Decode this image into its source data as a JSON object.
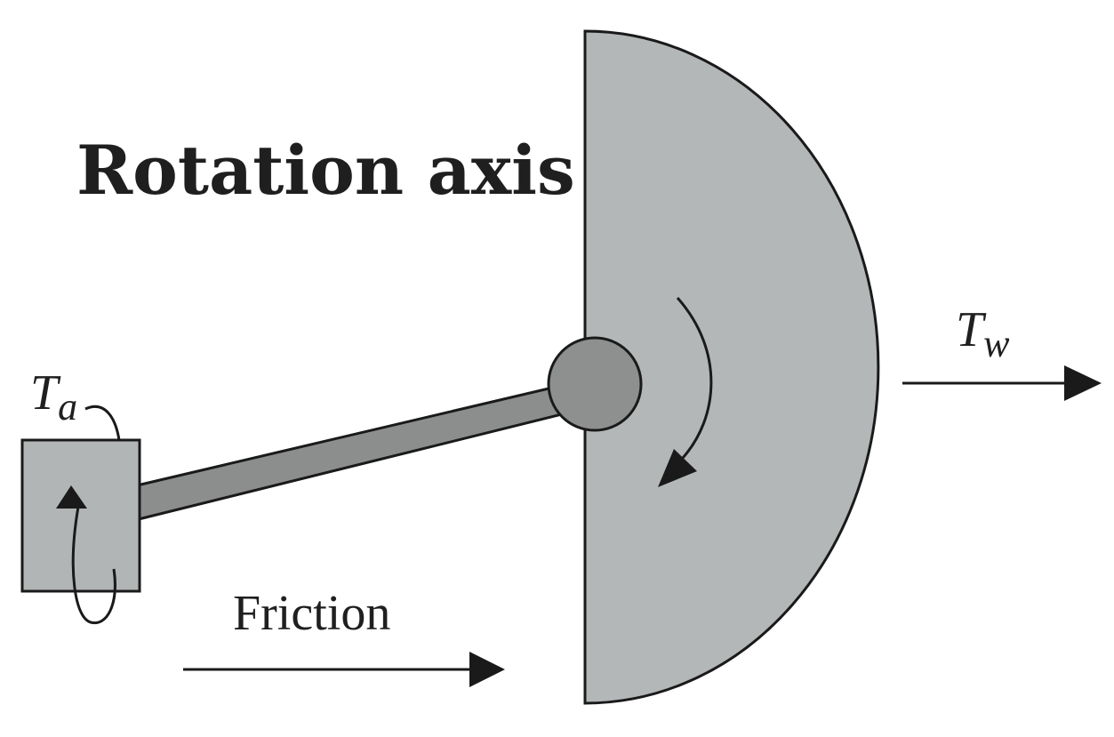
{
  "labels": {
    "rotation_axis": "Rotation axis",
    "ta_symbol": "T",
    "ta_subscript": "a",
    "tw_symbol": "T",
    "tw_subscript": "w",
    "friction": "Friction"
  },
  "colors": {
    "outline": "#1a1a1a",
    "wheel_fill": "#b4b7b7",
    "arm_fill": "#8c8e8e",
    "hub_fill": "#8e8f8f",
    "block_fill": "#b2b5b5",
    "text": "#1f1f1f"
  }
}
